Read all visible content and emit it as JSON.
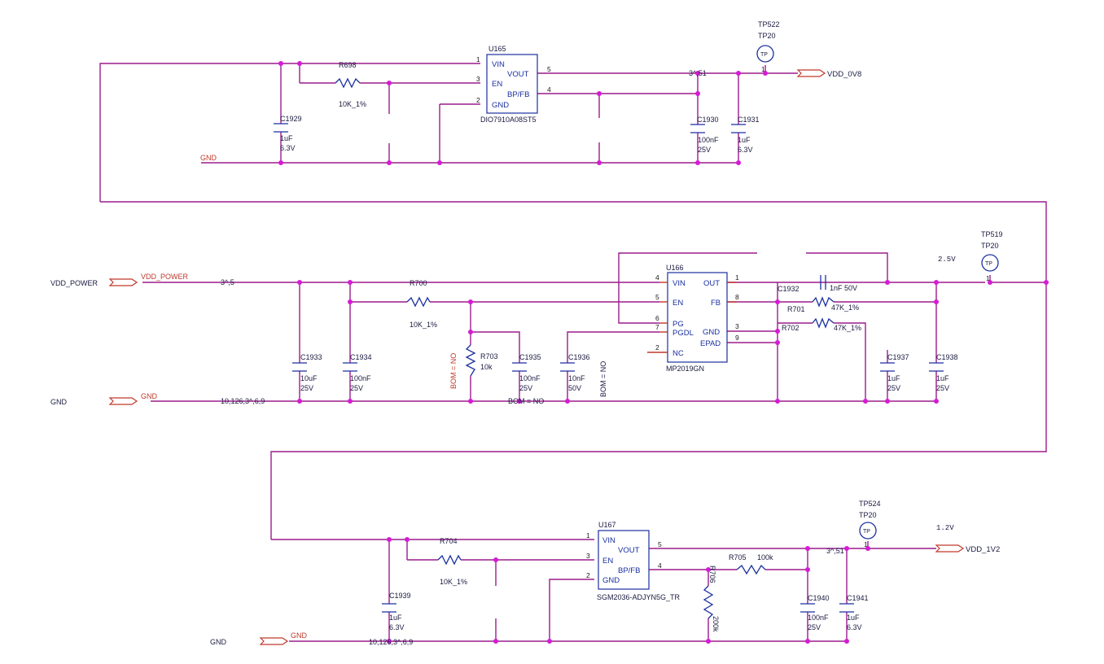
{
  "sec1": {
    "u": {
      "ref": "U165",
      "pin_vin": "VIN",
      "pin_en": "EN",
      "pin_gnd": "GND",
      "pin_vout": "VOUT",
      "pin_bpfb": "BP/FB",
      "n1": "1",
      "n3": "3",
      "n2": "2",
      "n5": "5",
      "n4": "4",
      "part": "DIO7910A08ST5"
    },
    "r698": {
      "ref": "R698",
      "val": "10K_1%"
    },
    "c1929": {
      "ref": "C1929",
      "v1": "1uF",
      "v2": "6.3V"
    },
    "c1930": {
      "ref": "C1930",
      "v1": "100nF",
      "v2": "25V"
    },
    "c1931": {
      "ref": "C1931",
      "v1": "1uF",
      "v2": "6.3V"
    },
    "tp522": {
      "ref": "TP522",
      "type": "TP20",
      "sym": "TP",
      "pin": "1"
    },
    "gnd_label": "GND",
    "out_offpage": "3^,51",
    "vdd_0v8": "VDD_0V8"
  },
  "sec2": {
    "u": {
      "ref": "U166",
      "pin_vin": "VIN",
      "pin_en": "EN",
      "pin_pg": "PG",
      "pin_pgdl": "PGDL",
      "pin_nc": "NC",
      "pin_out": "OUT",
      "pin_fb": "FB",
      "pin_gnd": "GND",
      "pin_epad": "EPAD",
      "n4": "4",
      "n5": "5",
      "n6": "6",
      "n7": "7",
      "n2": "2",
      "n1": "1",
      "n8": "8",
      "n3": "3",
      "n9": "9",
      "part": "MP2019GN"
    },
    "vdd_power_left": "VDD_POWER",
    "vdd_power_port": "VDD_POWER",
    "in_offpage": "3^,5",
    "r700": {
      "ref": "R700",
      "val": "10K_1%"
    },
    "r703": {
      "ref": "R703",
      "val": "10k",
      "bom": "BOM = NO"
    },
    "c1933": {
      "ref": "C1933",
      "v1": "10uF",
      "v2": "25V"
    },
    "c1934": {
      "ref": "C1934",
      "v1": "100nF",
      "v2": "25V"
    },
    "c1935": {
      "ref": "C1935",
      "v1": "100nF",
      "v2": "25V"
    },
    "c1936": {
      "ref": "C1936",
      "v1": "10nF",
      "v2": "50V",
      "bom": "BOM = NO"
    },
    "c1932": {
      "ref": "C1932",
      "val": "1nF  50V"
    },
    "r701": {
      "ref": "R701",
      "val": "47K_1%"
    },
    "r702": {
      "ref": "R702",
      "val": "47K_1%"
    },
    "c1937": {
      "ref": "C1937",
      "v1": "1uF",
      "v2": "25V"
    },
    "c1938": {
      "ref": "C1938",
      "v1": "1uF",
      "v2": "25V"
    },
    "tp519": {
      "ref": "TP519",
      "type": "TP20",
      "sym": "TP",
      "pin": "1"
    },
    "rail": "2.5V",
    "gnd_left": "GND",
    "gnd_port": "GND",
    "gnd_offpage": "10,126,3^,6,9",
    "bom_mid": "BOM = NO"
  },
  "sec3": {
    "u": {
      "ref": "U167",
      "pin_vin": "VIN",
      "pin_en": "EN",
      "pin_gnd": "GND",
      "pin_vout": "VOUT",
      "pin_bpfb": "BP/FB",
      "n1": "1",
      "n3": "3",
      "n2": "2",
      "n5": "5",
      "n4": "4",
      "part": "SGM2036-ADJYN5G_TR"
    },
    "r704": {
      "ref": "R704",
      "val": "10K_1%"
    },
    "r705": {
      "ref": "R705",
      "val": "100k"
    },
    "r706": {
      "ref": "R706",
      "val": "200k"
    },
    "c1939": {
      "ref": "C1939",
      "v1": "1uF",
      "v2": "6.3V"
    },
    "c1940": {
      "ref": "C1940",
      "v1": "100nF",
      "v2": "25V"
    },
    "c1941": {
      "ref": "C1941",
      "v1": "1uF",
      "v2": "6.3V"
    },
    "tp524": {
      "ref": "TP524",
      "type": "TP20",
      "sym": "TP",
      "pin": "1"
    },
    "rail": "1.2V",
    "out_offpage": "3^,51",
    "vdd_1v2": "VDD_1V2",
    "gnd_left": "GND",
    "gnd_port": "GND",
    "gnd_offpage": "10,126,3^,6,9"
  }
}
